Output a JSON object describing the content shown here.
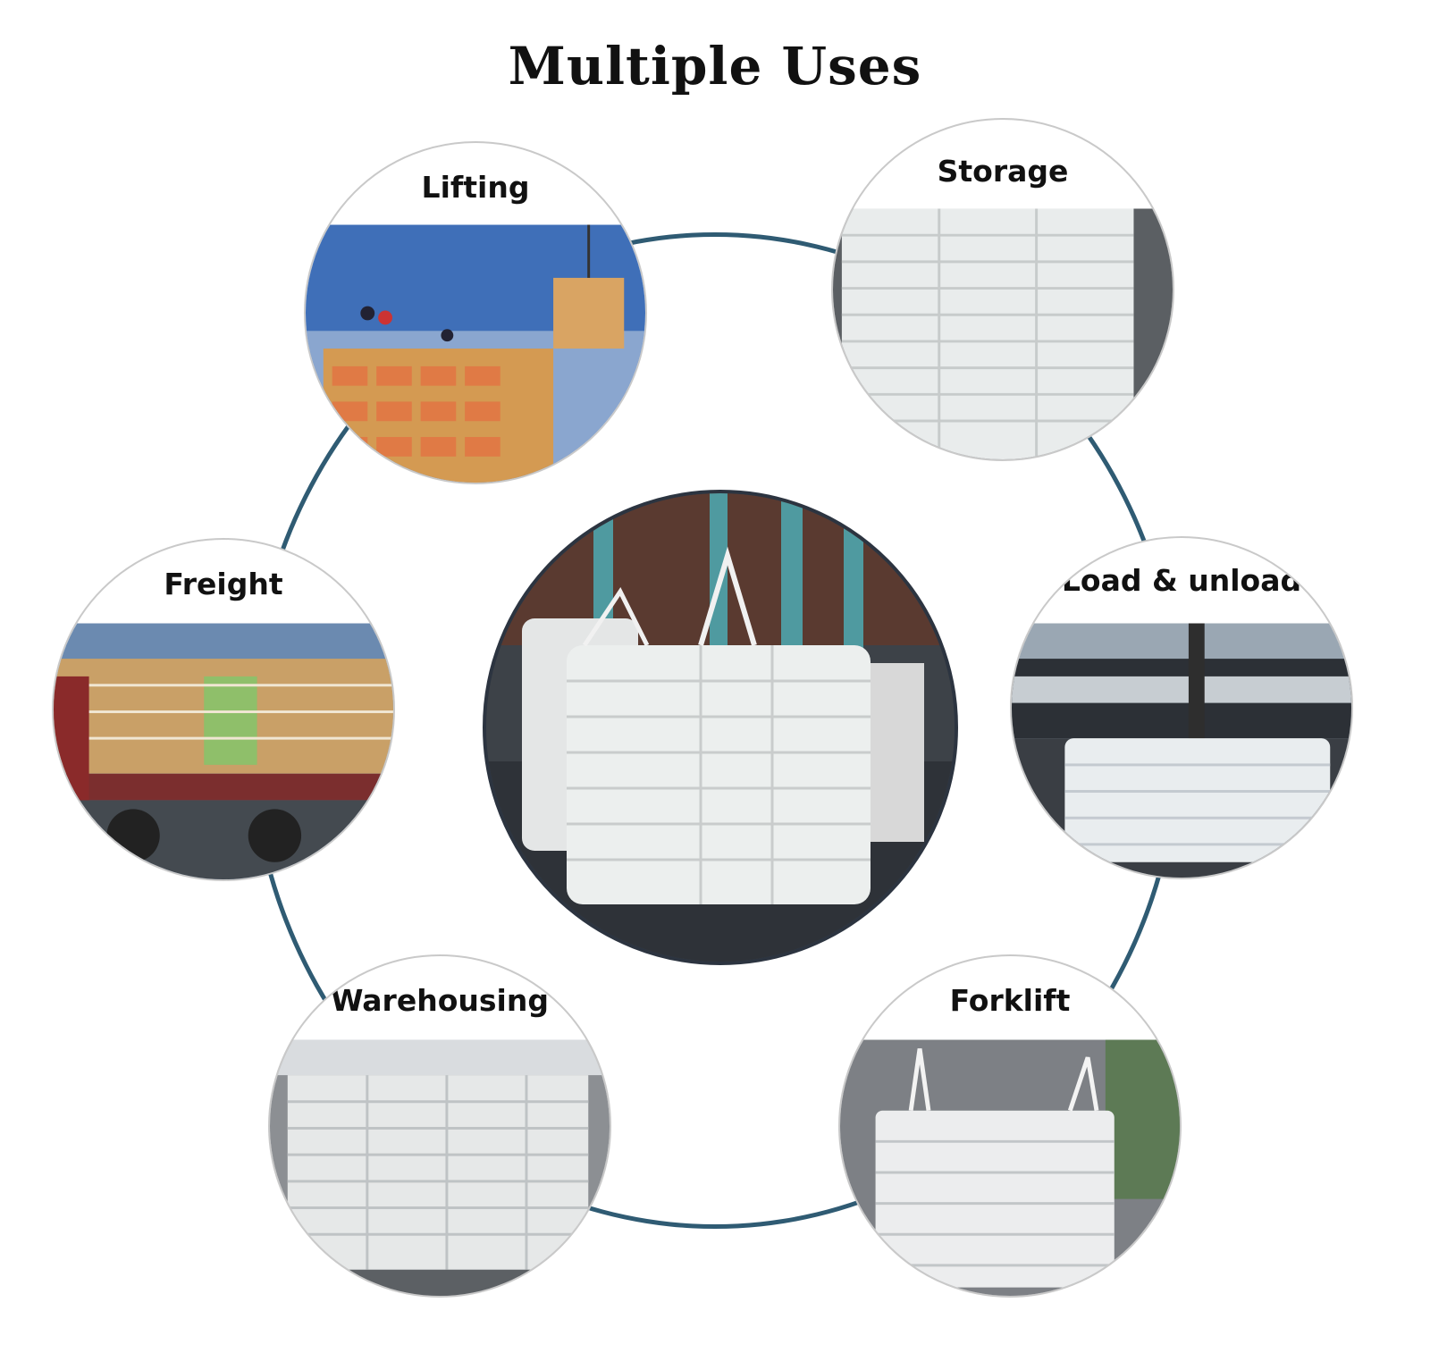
{
  "title": "Multiple Uses",
  "ring_color": "#2f5b73",
  "uses": [
    {
      "label": "Lifting"
    },
    {
      "label": "Storage"
    },
    {
      "label": "Freight"
    },
    {
      "label": "Load & unload"
    },
    {
      "label": "Warehousing"
    },
    {
      "label": "Forklift"
    }
  ],
  "center_image": "bulk-bag-on-forklift-photo"
}
